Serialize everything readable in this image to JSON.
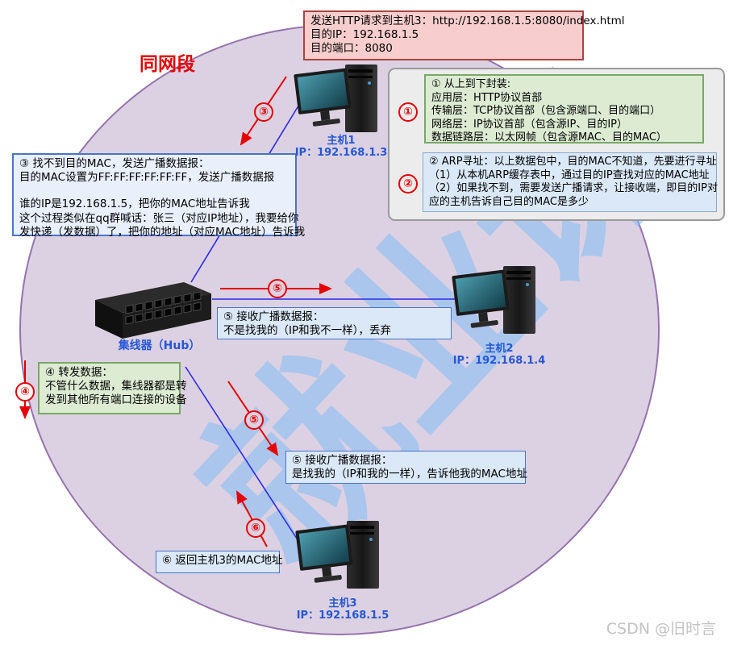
{
  "segment_label": "同网段",
  "request_box": {
    "lines": [
      "发送HTTP请求到主机3：http://192.168.1.5:8080/index.html",
      "目的IP：192.168.1.5",
      "目的端口：8080"
    ]
  },
  "panel": {
    "encapsulation": {
      "lines": [
        "① 从上到下封装:",
        "应用层：HTTP协议首部",
        "传输层：TCP协议首部（包含源端口、目的端口）",
        "网络层：IP协议首部（包含源IP、目的IP）",
        "数据链路层：以太网帧（包含源MAC、目的MAC）"
      ]
    },
    "arp": {
      "lines": [
        "② ARP寻址：以上数据包中，目的MAC不知道，先要进行寻址",
        "（1）从本机ARP缓存表中，通过目的IP查找对应的MAC地址",
        "（2）如果找不到，需要发送广播请求，让接收端，即目的IP对",
        "应的主机告诉自己目的MAC是多少"
      ]
    }
  },
  "notes": {
    "broadcast": {
      "lines": [
        "③ 找不到目的MAC，发送广播数据报：",
        "目的MAC设置为FF:FF:FF:FF:FF:FF，发送广播数据报",
        "",
        "谁的IP是192.168.1.5，把你的MAC地址告诉我",
        "这个过程类似在qq群喊话：张三（对应IP地址），我要给你",
        "发快递（发数据）了，把你的地址（对应MAC地址）告诉我"
      ]
    },
    "forward": {
      "lines": [
        "④ 转发数据：",
        "不管什么数据，集线器都是转",
        "发到其他所有端口连接的设备"
      ]
    },
    "host2_receive": {
      "lines": [
        "⑤ 接收广播数据报：",
        "不是找我的（IP和我不一样），丢弃"
      ]
    },
    "host3_receive": {
      "lines": [
        "⑤ 接收广播数据报：",
        "是找我的（IP和我的一样），告诉他我的MAC地址"
      ]
    },
    "return_mac": "⑥ 返回主机3的MAC地址"
  },
  "hosts": [
    {
      "name": "主机1",
      "ip": "IP：192.168.1.3"
    },
    {
      "name": "主机2",
      "ip": "IP：192.168.1.4"
    },
    {
      "name": "主机3",
      "ip": "IP：192.168.1.5"
    }
  ],
  "hub": {
    "label": "集线器（Hub）"
  },
  "markers": {
    "m1": "①",
    "m2": "②",
    "m3": "③",
    "m4": "④",
    "m5a": "⑤",
    "m5b": "⑤",
    "m6": "⑥"
  },
  "watermarks": {
    "diagonal": "就业课",
    "csdn": "CSDN @旧时言"
  },
  "colors": {
    "segment_fill": "#dcd1e2",
    "segment_border": "#9673ad",
    "arrow_red": "#e60000",
    "link_blue": "#2a2ae8",
    "label_blue": "#2457d6"
  }
}
